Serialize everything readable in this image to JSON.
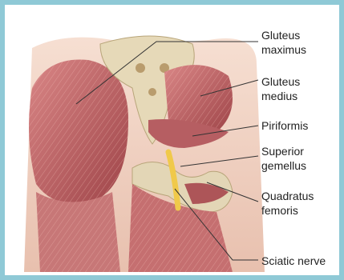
{
  "labels": {
    "gluteus_maximus": "Gluteus\nmaximus",
    "gluteus_medius": "Gluteus\nmedius",
    "piriformis": "Piriformis",
    "superior_gemellus": "Superior\ngemellus",
    "quadratus_femoris": "Quadratus\nfemoris",
    "sciatic_nerve": "Sciatic nerve"
  },
  "colors": {
    "border": "#8fc9d6",
    "skin": "#f1d2c2",
    "muscle": "#c86b6b",
    "muscle_dark": "#a44c4f",
    "bone": "#e3d6b6",
    "nerve": "#f0c94a"
  }
}
